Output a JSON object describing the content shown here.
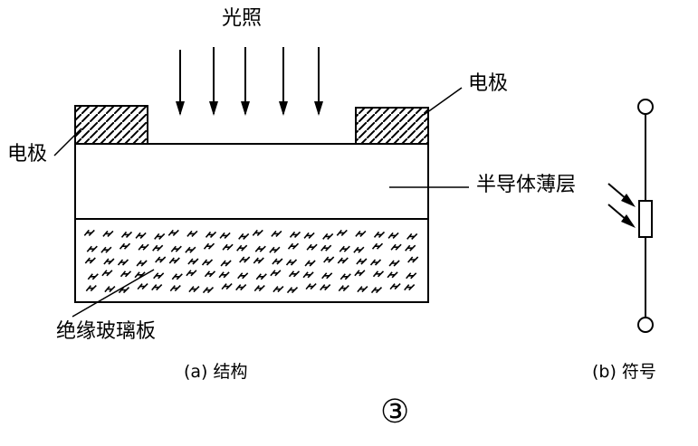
{
  "labels": {
    "light": "光照",
    "electrode_right": "电极",
    "electrode_left": "电极",
    "semiconductor": "半导体薄层",
    "glass": "绝缘玻璃板"
  },
  "captions": {
    "structure": "(a)  结构",
    "symbol": "(b)  符号"
  },
  "figure_number": "③"
}
